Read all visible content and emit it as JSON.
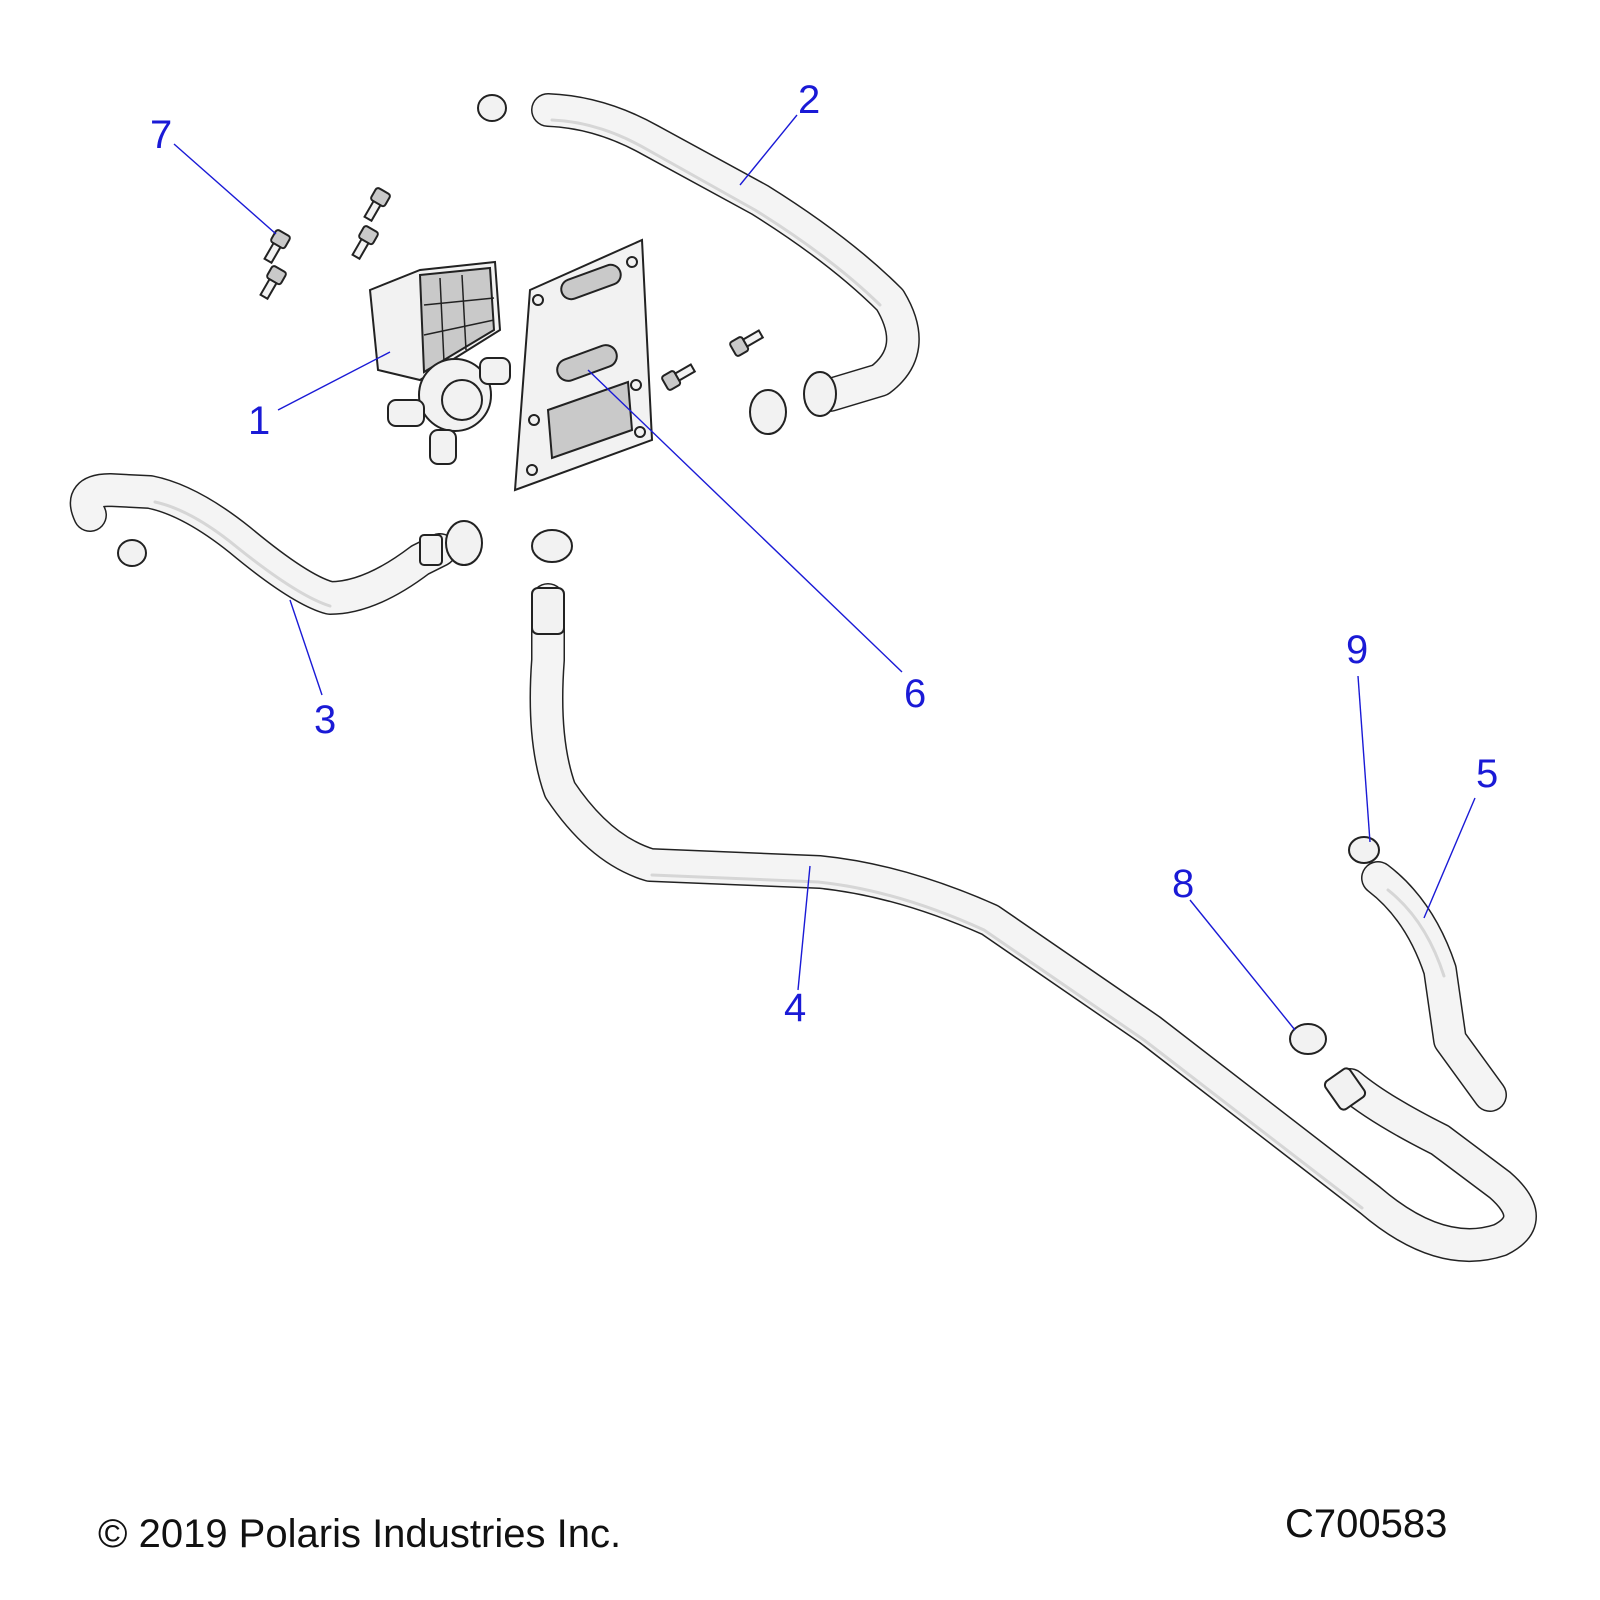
{
  "callouts": [
    {
      "number": "1",
      "part": "valve"
    },
    {
      "number": "2",
      "part": "hose"
    },
    {
      "number": "3",
      "part": "hose"
    },
    {
      "number": "4",
      "part": "hose"
    },
    {
      "number": "5",
      "part": "hose"
    },
    {
      "number": "6",
      "part": "bracket"
    },
    {
      "number": "7",
      "part": "bolt"
    },
    {
      "number": "8",
      "part": "clamp"
    },
    {
      "number": "9",
      "part": "clamp"
    }
  ],
  "footer": {
    "copyright": "© 2019 Polaris Industries Inc.",
    "drawing_code": "C700583"
  },
  "colors": {
    "callout": "#1a1ad6",
    "line": "#222222",
    "part_fill": "#f2f2f2"
  }
}
